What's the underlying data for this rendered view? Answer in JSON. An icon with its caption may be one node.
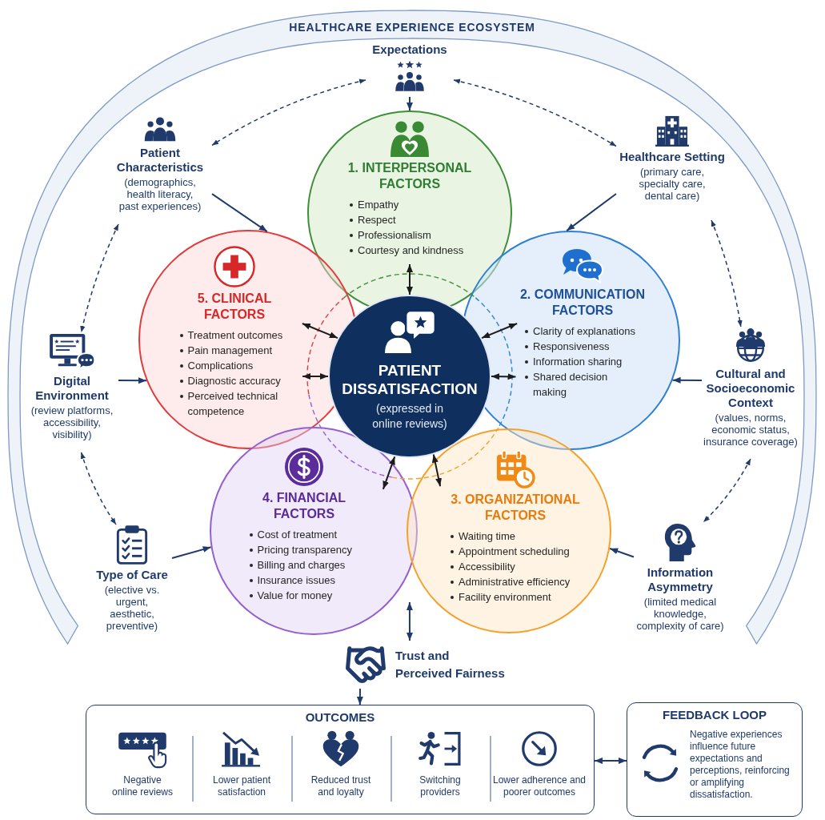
{
  "diagram": {
    "title": "HEALTHCARE EXPERIENCE ECOSYSTEM",
    "nodes": [
      {
        "text": [
          "Expectations"
        ]
      },
      {
        "text": [
          "Patient Characteristics",
          "(demographics, health literacy, past experiences)"
        ]
      },
      {
        "text": [
          "Healthcare Setting",
          "(primary care, specialty care, dental care)"
        ]
      },
      {
        "text": [
          "1. INTERPERSONAL FACTORS",
          "Empathy",
          "Respect",
          "Professionalism",
          "Courtesy and kindness"
        ]
      },
      {
        "text": [
          "5. CLINICAL FACTORS",
          "Treatment outcomes",
          "Pain management",
          "Complications",
          "Diagnostic accuracy",
          "Perceived technical competence"
        ]
      },
      {
        "text": [
          "2. COMMUNICATION FACTORS",
          "Clarity of explanations",
          "Responsiveness",
          "Information sharing",
          "Shared decision making"
        ]
      },
      {
        "text": [
          "Digital Environment",
          "(review platforms, accessibility, visibility)"
        ]
      },
      {
        "text": [
          "PATIENT DISSATISFACTION",
          "(expressed in online reviews)"
        ]
      },
      {
        "text": [
          "Cultural and Socioeconomic Context",
          "(values, norms, economic status, insurance coverage)"
        ]
      },
      {
        "text": [
          "4. FINANCIAL FACTORS",
          "Cost of treatment",
          "Pricing transparency",
          "Billing and charges",
          "Insurance issues",
          "Value for money"
        ]
      },
      {
        "text": [
          "3. ORGANIZATIONAL FACTORS",
          "Waiting time",
          "Appointment scheduling",
          "Accessibility",
          "Administrative efficiency",
          "Facility environment"
        ]
      },
      {
        "text": [
          "Type of Care",
          "(elective vs. urgent, aesthetic, preventive)"
        ]
      },
      {
        "text": [
          "Information Asymmetry",
          "(limited medical knowledge, complexity of care)"
        ]
      },
      {
        "text": [
          "Trust and Perceived Fairness"
        ]
      },
      {
        "text": [
          "OUTCOMES",
          "Negative online reviews",
          "Lower patient satisfaction",
          "Reduced trust and loyalty",
          "Switching providers",
          "Lower adherence and poorer outcomes"
        ]
      },
      {
        "text": [
          "FEEDBACK LOOP",
          "Negative experiences influence future expectations and perceptions, reinforcing or amplifying dissatisfaction."
        ]
      }
    ],
    "edges": [
      {
        "from": 0,
        "to": 3,
        "arrow": "to"
      },
      {
        "from": 0,
        "to": 1,
        "arrow": "both",
        "style": "dashed"
      },
      {
        "from": 0,
        "to": 2,
        "arrow": "both",
        "style": "dashed"
      },
      {
        "from": 1,
        "to": 4,
        "arrow": "to"
      },
      {
        "from": 2,
        "to": 5,
        "arrow": "to"
      },
      {
        "from": 1,
        "to": 6,
        "arrow": "both",
        "style": "dashed"
      },
      {
        "from": 2,
        "to": 8,
        "arrow": "both",
        "style": "dashed"
      },
      {
        "from": 6,
        "to": 4,
        "arrow": "to"
      },
      {
        "from": 8,
        "to": 5,
        "arrow": "to"
      },
      {
        "from": 3,
        "to": 7,
        "arrow": "both",
        "color": "#1c1c1c"
      },
      {
        "from": 4,
        "to": 7,
        "arrow": "both",
        "color": "#1c1c1c"
      },
      {
        "from": 4,
        "to": 7,
        "arrow": "both",
        "color": "#1c1c1c"
      },
      {
        "from": 5,
        "to": 7,
        "arrow": "both",
        "color": "#1c1c1c"
      },
      {
        "from": 5,
        "to": 7,
        "arrow": "both",
        "color": "#1c1c1c"
      },
      {
        "from": 7,
        "to": 9,
        "arrow": "both",
        "color": "#1c1c1c"
      },
      {
        "from": 7,
        "to": 10,
        "arrow": "both",
        "color": "#1c1c1c"
      },
      {
        "from": 6,
        "to": 11,
        "arrow": "both",
        "style": "dashed"
      },
      {
        "from": 8,
        "to": 12,
        "arrow": "both",
        "style": "dashed"
      },
      {
        "from": 11,
        "to": 9,
        "arrow": "to"
      },
      {
        "from": 12,
        "to": 10,
        "arrow": "to"
      },
      {
        "from": 9,
        "to": 13,
        "arrow": "both"
      },
      {
        "from": 10,
        "to": 13,
        "arrow": "both"
      },
      {
        "from": 13,
        "to": 14,
        "arrow": "to"
      },
      {
        "from": 14,
        "to": 15,
        "arrow": "both"
      }
    ]
  }
}
